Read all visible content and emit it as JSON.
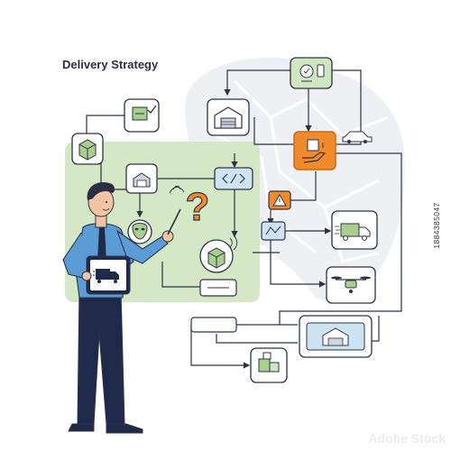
{
  "title": "Delivery Strategy",
  "stock_id": "1884385047",
  "watermark": "Adobe Stock",
  "question_mark": "?",
  "colors": {
    "ink": "#2d3346",
    "green_panel": "#d5e8c6",
    "green_card": "#cfe6c0",
    "blue_card": "#cfe4f3",
    "orange": "#f08a2a",
    "orange_dark": "#c96b14",
    "map_gray": "#eef0f3",
    "shirt": "#5b9bd6",
    "pants": "#1f2a4a",
    "skin": "#f3c4a3",
    "hair": "#2a2f45"
  },
  "icons": [
    "package-check-icon",
    "package-icon",
    "warehouse-icon",
    "truck-dock-icon",
    "code-icon",
    "alien-face-icon",
    "box-signal-icon",
    "chat-phone-icon",
    "hand-package-icon",
    "warning-icon",
    "map-transfer-icon",
    "truck-icon",
    "drone-icon",
    "warehouse-screen-icon",
    "boxes-icon",
    "car-icon",
    "tablet-truck-icon"
  ]
}
